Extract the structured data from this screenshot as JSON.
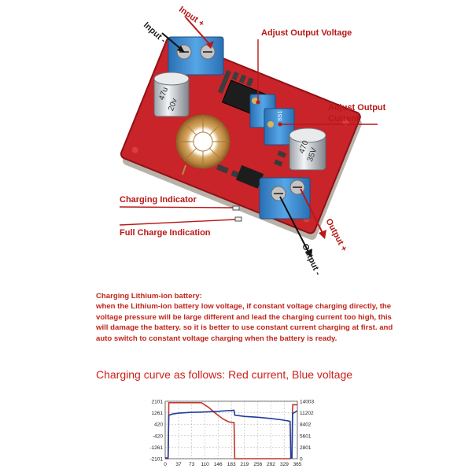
{
  "labels": {
    "input_plus": "Input +",
    "input_minus": "Input -",
    "adjust_voltage": "Adjust Output Voltage",
    "adjust_current_line1": "Adjust Output",
    "adjust_current_line2": "Current",
    "charging_indicator": "Charging Indicator",
    "full_charge": "Full Charge Indication",
    "output_plus": "Output +",
    "output_minus": "Output -"
  },
  "components": {
    "cap_left_text1": "47u",
    "cap_left_text2": "20v",
    "cap_right_text1": "470",
    "cap_right_text2": "35V",
    "pot_text": "SS1"
  },
  "description": {
    "heading": "Charging Lithium-ion battery:",
    "body": "when the Lithium-ion battery low voltage, if constant voltage charging directly, the voltage pressure will be large different and lead the charging current too high, this will damage the battery. so it is better to use constant current charging at first. and auto switch to constant voltage charging when the battery is ready."
  },
  "curve_title": "Charging curve as follows: Red current, Blue voltage",
  "chart_data": {
    "type": "line",
    "x": [
      0,
      37,
      73,
      110,
      146,
      183,
      219,
      256,
      292,
      329,
      365
    ],
    "x_ticks": [
      "0",
      "37",
      "73",
      "110",
      "146",
      "183",
      "219",
      "256",
      "292",
      "329",
      "365"
    ],
    "y_left_ticks": [
      "2101",
      "1261",
      "420",
      "-420",
      "-1261",
      "-2101"
    ],
    "y_right_ticks": [
      "14003",
      "11202",
      "8402",
      "5601",
      "2801",
      "0"
    ],
    "ylim_left": [
      -2101,
      2101
    ],
    "ylim_right": [
      0,
      14003
    ],
    "series": [
      {
        "name": "current",
        "color": "#c0392b",
        "axis": "left",
        "points": [
          [
            0,
            -2101
          ],
          [
            8,
            -2101
          ],
          [
            10,
            2000
          ],
          [
            37,
            2000
          ],
          [
            73,
            2000
          ],
          [
            100,
            2000
          ],
          [
            120,
            1650
          ],
          [
            140,
            1200
          ],
          [
            160,
            800
          ],
          [
            175,
            600
          ],
          [
            183,
            560
          ],
          [
            190,
            540
          ],
          [
            192,
            -2101
          ],
          [
            256,
            -2101
          ],
          [
            292,
            -2101
          ],
          [
            329,
            -2101
          ],
          [
            345,
            -2101
          ],
          [
            347,
            -2000
          ],
          [
            350,
            -2000
          ],
          [
            352,
            1850
          ],
          [
            365,
            1850
          ]
        ]
      },
      {
        "name": "voltage",
        "color": "#1f3d99",
        "axis": "right",
        "points": [
          [
            0,
            200
          ],
          [
            8,
            200
          ],
          [
            10,
            10600
          ],
          [
            20,
            10900
          ],
          [
            37,
            11100
          ],
          [
            73,
            11300
          ],
          [
            110,
            11400
          ],
          [
            146,
            11550
          ],
          [
            170,
            11700
          ],
          [
            183,
            11750
          ],
          [
            190,
            11800
          ],
          [
            192,
            10600
          ],
          [
            220,
            10300
          ],
          [
            256,
            10100
          ],
          [
            292,
            9800
          ],
          [
            320,
            9500
          ],
          [
            340,
            9200
          ],
          [
            345,
            9100
          ],
          [
            347,
            200
          ],
          [
            350,
            200
          ],
          [
            352,
            11000
          ],
          [
            365,
            11700
          ]
        ]
      }
    ]
  },
  "colors": {
    "label_red": "#b81818",
    "board_red": "#c8242a",
    "terminal_blue": "#3b8fd3",
    "toroid_gold": "#caa05a"
  }
}
